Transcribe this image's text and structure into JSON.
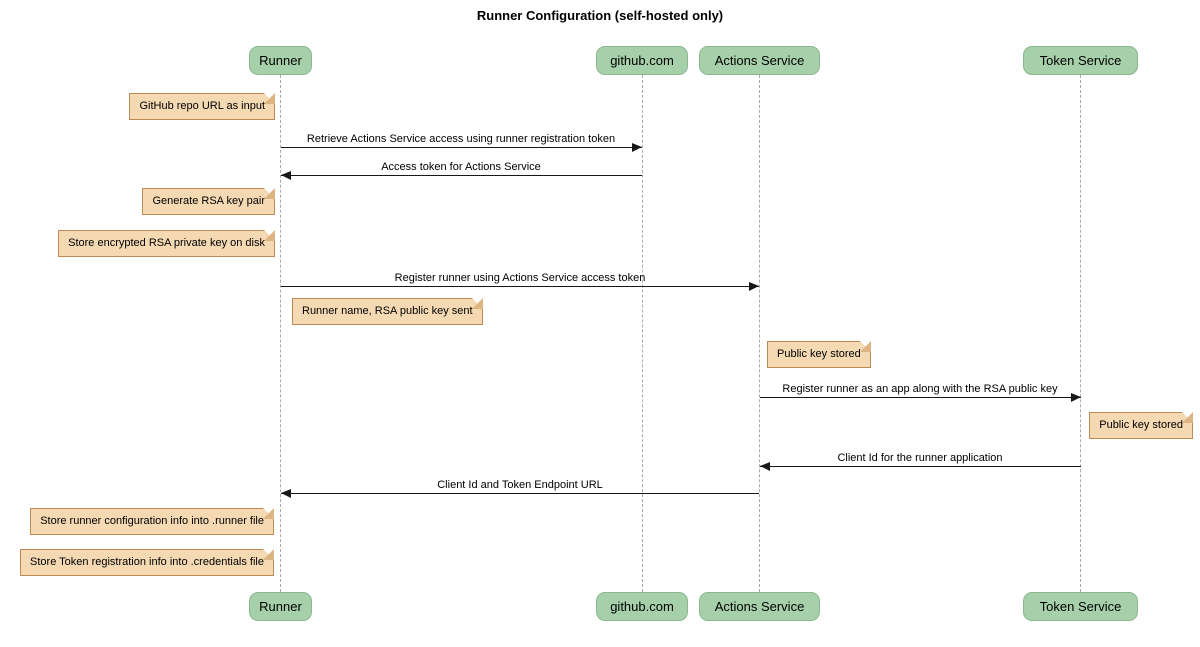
{
  "title": "Runner Configuration (self-hosted only)",
  "colors": {
    "participant_fill": "#a6d0aa",
    "participant_border": "#8cb790",
    "note_fill": "#f4d9b3",
    "note_border": "#be8a55",
    "note_fold": "#ddb583",
    "lifeline": "#a9a9a9",
    "arrow": "#181818",
    "background": "#ffffff"
  },
  "participants": [
    {
      "name": "Runner"
    },
    {
      "name": "github.com"
    },
    {
      "name": "Actions Service"
    },
    {
      "name": "Token Service"
    }
  ],
  "messages": [
    {
      "from": "Runner",
      "to": "github.com",
      "label": "Retrieve Actions Service access using runner registration token"
    },
    {
      "from": "github.com",
      "to": "Runner",
      "label": "Access token for Actions Service"
    },
    {
      "from": "Runner",
      "to": "Actions Service",
      "label": "Register runner using Actions Service access token"
    },
    {
      "from": "Actions Service",
      "to": "Token Service",
      "label": "Register runner as an app along with the RSA public key"
    },
    {
      "from": "Token Service",
      "to": "Actions Service",
      "label": "Client Id for the runner application"
    },
    {
      "from": "Actions Service",
      "to": "Runner",
      "label": "Client Id and Token Endpoint URL"
    }
  ],
  "notes": [
    {
      "attached_to": "Runner",
      "side": "left",
      "text": "GitHub repo URL as input"
    },
    {
      "attached_to": "Runner",
      "side": "left",
      "text": "Generate RSA key pair"
    },
    {
      "attached_to": "Runner",
      "side": "left",
      "text": "Store encrypted RSA private key on disk"
    },
    {
      "attached_to": "Runner",
      "side": "right",
      "text": "Runner name, RSA public key sent"
    },
    {
      "attached_to": "Actions Service",
      "side": "right",
      "text": "Public key stored"
    },
    {
      "attached_to": "Token Service",
      "side": "right",
      "text": "Public key stored"
    },
    {
      "attached_to": "Runner",
      "side": "left",
      "text": "Store runner configuration info into .runner file"
    },
    {
      "attached_to": "Runner",
      "side": "left",
      "text": "Store Token registration info into .credentials file"
    }
  ]
}
